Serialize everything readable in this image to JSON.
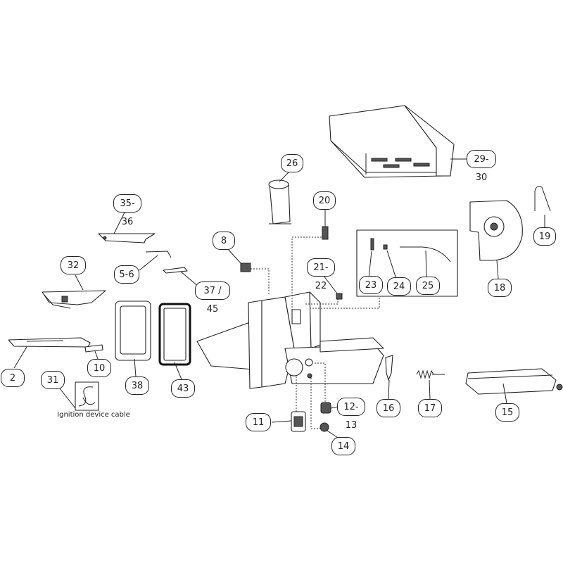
{
  "diagram": {
    "callouts": [
      "26",
      "29-30",
      "20",
      "35-36",
      "8",
      "19",
      "5-6",
      "32",
      "21-22",
      "23",
      "24",
      "25",
      "18",
      "37 / 45",
      "2",
      "10",
      "38",
      "43",
      "31",
      "16",
      "17",
      "15",
      "11",
      "12-13",
      "14"
    ],
    "caption_31": "Ignition device cable"
  }
}
